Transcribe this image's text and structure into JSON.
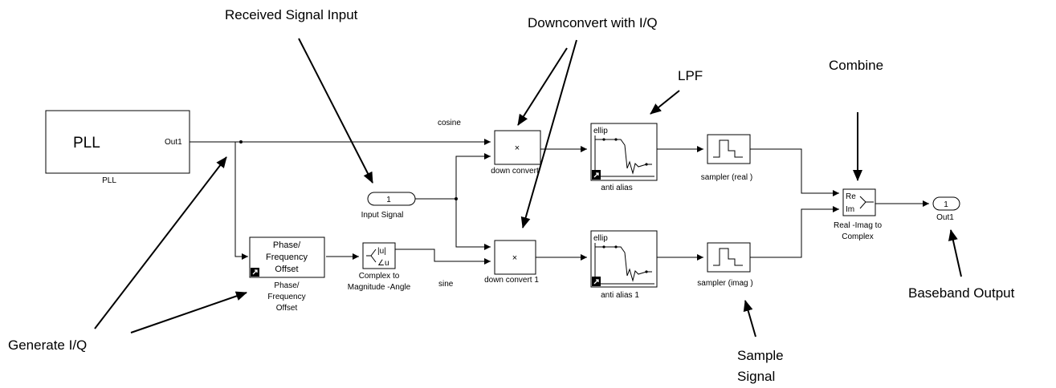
{
  "annotations": {
    "received_signal_input": "Received Signal Input",
    "downconvert_iq": "Downconvert with I/Q",
    "lpf": "LPF",
    "combine": "Combine",
    "generate_iq": "Generate I/Q",
    "sample_signal_line1": "Sample",
    "sample_signal_line2": "Signal",
    "baseband_output": "Baseband Output"
  },
  "blocks": {
    "pll": {
      "title": "PLL",
      "port": "Out1",
      "caption": "PLL"
    },
    "phase_offset": {
      "line1": "Phase/",
      "line2": "Frequency",
      "line3": "Offset",
      "caption1": "Phase/",
      "caption2": "Frequency",
      "caption3": "Offset"
    },
    "complex_mag": {
      "port1": "|u|",
      "port2": "∠u",
      "caption1": "Complex to",
      "caption2": "Magnitude -Angle"
    },
    "input_signal": {
      "number": "1",
      "caption": "Input Signal"
    },
    "down_convert": {
      "symbol": "×",
      "caption": "down convert"
    },
    "down_convert1": {
      "symbol": "×",
      "caption": "down convert 1"
    },
    "anti_alias": {
      "title": "ellip",
      "caption": "anti alias"
    },
    "anti_alias1": {
      "title": "ellip",
      "caption": "anti alias 1"
    },
    "sampler_real": {
      "caption": "sampler (real )"
    },
    "sampler_imag": {
      "caption": "sampler (imag )"
    },
    "real_imag": {
      "port1": "Re",
      "port2": "Im",
      "caption1": "Real -Imag to",
      "caption2": "Complex"
    },
    "out1": {
      "number": "1",
      "caption": "Out1"
    }
  },
  "signals": {
    "cosine": "cosine",
    "sine": "sine"
  }
}
